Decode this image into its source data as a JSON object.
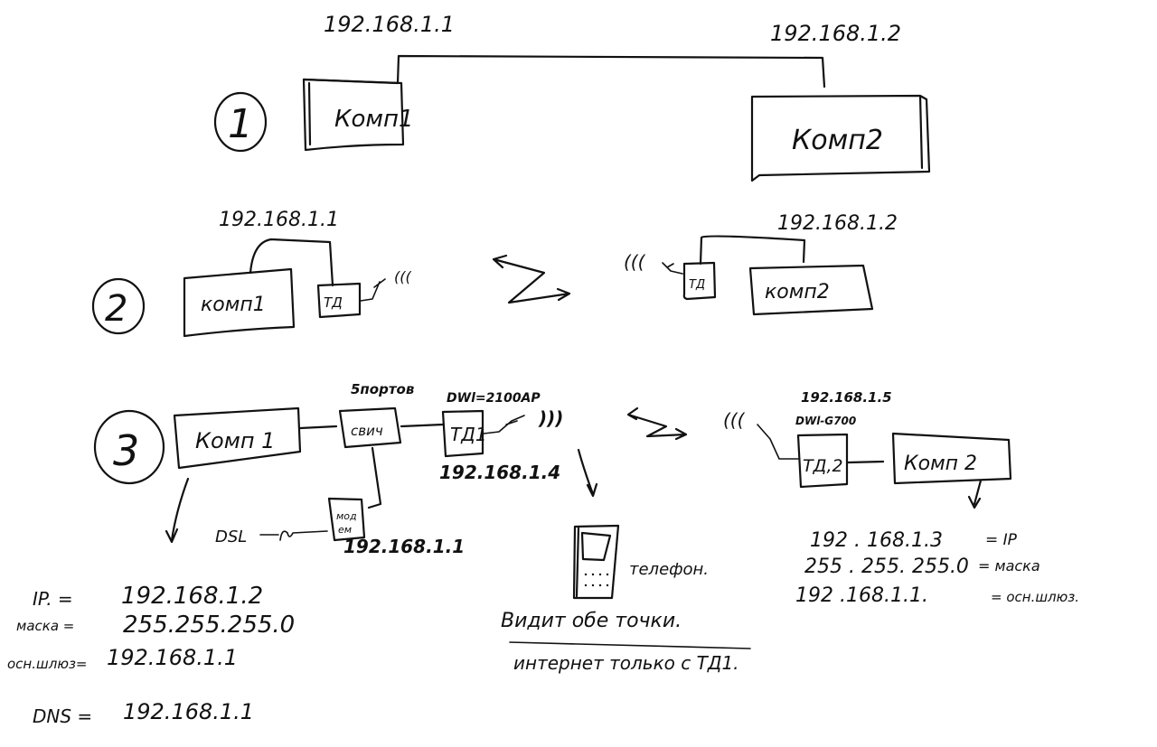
{
  "diagram": {
    "sections": [
      {
        "number": "1",
        "comp1": {
          "label": "Комп1",
          "ip": "192.168.1.1"
        },
        "comp2": {
          "label": "Комп2",
          "ip": "192.168.1.2"
        }
      },
      {
        "number": "2",
        "comp1": {
          "label": "комп1",
          "ip": "192.168.1.1"
        },
        "ap1": {
          "label": "ТД"
        },
        "ap2": {
          "label": "ТД"
        },
        "comp2": {
          "label": "комп2",
          "ip": "192.168.1.2"
        },
        "signal": "(((",
        "signal_right": "(((",
        "wireless_link": "wireless-link"
      },
      {
        "number": "3",
        "comp1": {
          "label": "Комп 1"
        },
        "switch": {
          "label": "свич",
          "note": "5портов"
        },
        "ap1": {
          "label": "ТД1",
          "model": "DWl=2100AP",
          "ip": "192.168.1.4",
          "signal": ")))"
        },
        "modem": {
          "label_line1": "мод",
          "label_line2": "ем",
          "ip": "192.168.1.1",
          "dsl_label": "DSL"
        },
        "ap2": {
          "label": "ТД,2",
          "model": "DWl-G700",
          "ip": "192.168.1.5",
          "signal": "((("
        },
        "comp2": {
          "label": "Комп 2"
        },
        "phone": {
          "label": "телефон."
        },
        "phone_notes": [
          "Видит обе точки.",
          "интернет только с ТД1."
        ],
        "comp1_settings": {
          "ip_label": "IP. =",
          "ip_value": "192.168.1.2",
          "mask_label": "маска =",
          "mask_value": "255.255.255.0",
          "gateway_label": "осн.шлюз=",
          "gateway_value": "192.168.1.1",
          "dns_label": "DNS =",
          "dns_value": "192.168.1.1"
        },
        "comp2_settings": [
          {
            "value": "192 . 168.1.3",
            "label": "= IP"
          },
          {
            "value": "255 . 255. 255.0",
            "label": "= маска"
          },
          {
            "value": "192 .168.1.1.",
            "label": "= осн.шлюз."
          }
        ]
      }
    ]
  }
}
